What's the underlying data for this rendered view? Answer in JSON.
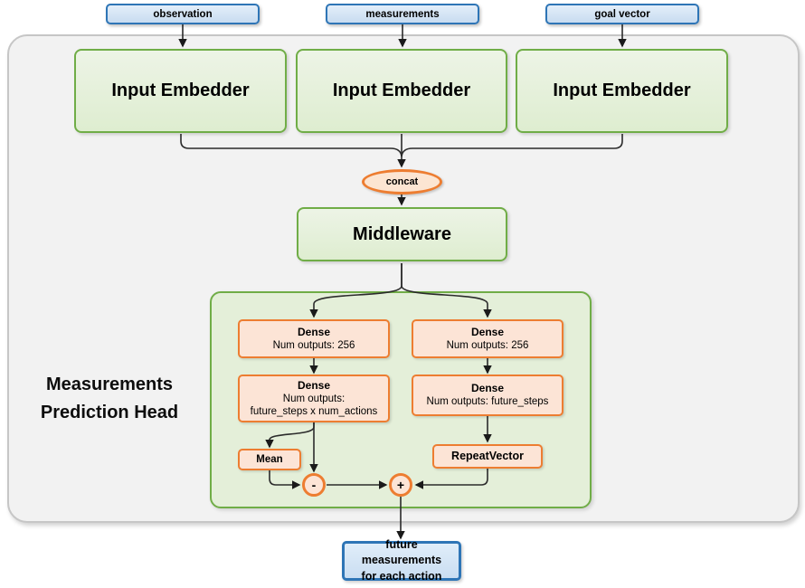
{
  "title": "Measurements Prediction Head architecture diagram",
  "inputs": [
    {
      "label": "observation"
    },
    {
      "label": "measurements"
    },
    {
      "label": "goal vector"
    }
  ],
  "embedders": [
    {
      "label": "Input Embedder"
    },
    {
      "label": "Input Embedder"
    },
    {
      "label": "Input Embedder"
    }
  ],
  "concat": {
    "label": "concat"
  },
  "middleware": {
    "label": "Middleware"
  },
  "head": {
    "title": {
      "line1": "Measurements",
      "line2": "Prediction Head"
    },
    "dense_action_1": {
      "title": "Dense",
      "line1": "Num outputs: 256"
    },
    "dense_action_2": {
      "title": "Dense",
      "line1": "Num outputs:",
      "line2": "future_steps x num_actions"
    },
    "dense_meas_1": {
      "title": "Dense",
      "line1": "Num outputs: 256"
    },
    "dense_meas_2": {
      "title": "Dense",
      "line1": "Num outputs: future_steps"
    },
    "mean": {
      "label": "Mean"
    },
    "repeat_vector": {
      "label": "RepeatVector"
    },
    "minus": {
      "label": "-"
    },
    "plus": {
      "label": "+"
    }
  },
  "output": {
    "line1": "future measurements",
    "line2": "for each action"
  },
  "colors": {
    "blue_border": "#2E75B6",
    "blue_fill": "#DCE9F7",
    "green_border": "#70AD47",
    "green_fill": "#E4EFD9",
    "orange_border": "#ED7D31",
    "orange_fill": "#FCE4D6",
    "container_fill": "#F2F2F2",
    "container_border": "#C6C6C6",
    "arrow": "#2B2B2B"
  }
}
